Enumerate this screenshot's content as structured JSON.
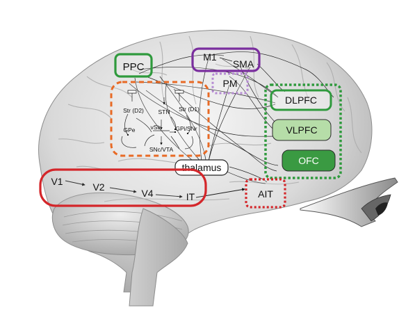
{
  "regions": {
    "ppc": "PPC",
    "m1": "M1",
    "sma": "SMA",
    "pm": "PM",
    "dlpfc": "DLPFC",
    "vlpfc": "VLPFC",
    "ofc": "OFC",
    "thalamus": "thalamus",
    "ait": "AIT",
    "v1": "V1",
    "v2": "V2",
    "v4": "V4",
    "it": "IT"
  },
  "basal_ganglia": {
    "str_d2": "Str (D2)",
    "str_d1": "Str (D1)",
    "stn": "STN",
    "gpe": "GPe",
    "vstr": "vStr",
    "gpi_snr": "GPi/SNr",
    "snc_vta": "SNc/VTA"
  },
  "colors": {
    "purple": "#7a2e9e",
    "lilac": "#b58ad3",
    "green": "#2f9a3d",
    "green_fill_light": "#b6dda8",
    "green_fill_dark": "#3a9a42",
    "red": "#d4262a",
    "orange": "#e86a25"
  }
}
